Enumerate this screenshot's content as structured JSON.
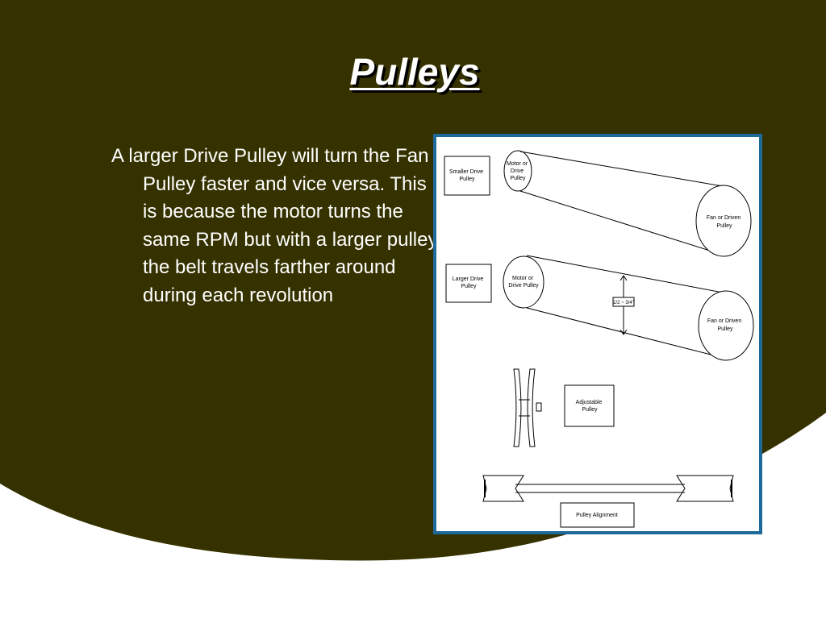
{
  "slide": {
    "title": "Pulleys",
    "body": "A larger Drive Pulley will turn the Fan Pulley faster and vice versa. This is because the motor turns the same RPM but with a larger pulley the belt travels farther around during each revolution",
    "colors": {
      "background_dark": "#353200",
      "background_light": "#ffffff",
      "title": "#ffffff",
      "text": "#ffffff",
      "frame_border": "#1d6a9a"
    }
  },
  "diagram": {
    "smaller_drive_label": [
      "Smaller Drive",
      "Pulley"
    ],
    "motor_drive_label_1": [
      "Motor or",
      "Drive",
      "Pulley"
    ],
    "fan_driven_label_1": [
      "Fan or Driven",
      "Pulley"
    ],
    "larger_drive_label": [
      "Larger Drive",
      "Pulley"
    ],
    "motor_drive_label_2": [
      "Motor or",
      "Drive Pulley"
    ],
    "tension_label": "1/2 ~ 3/4\"",
    "fan_driven_label_2": [
      "Fan or Driven",
      "Pulley"
    ],
    "adjustable_label": [
      "Adjustable",
      "Pulley"
    ],
    "alignment_label": "Pulley Alignment"
  }
}
